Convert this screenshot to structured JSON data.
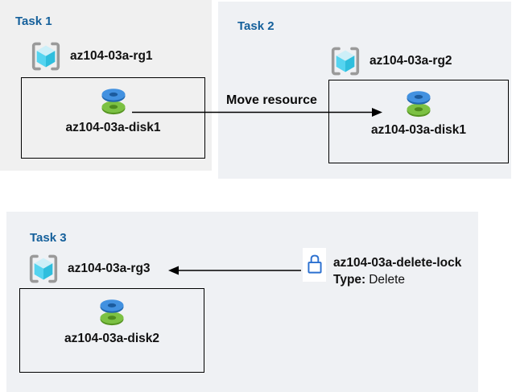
{
  "panels": [
    {
      "title": "Task 1",
      "resource_group": "az104-03a-rg1",
      "resource": "az104-03a-disk1"
    },
    {
      "title": "Task 2",
      "resource_group": "az104-03a-rg2",
      "resource": "az104-03a-disk1"
    },
    {
      "title": "Task 3",
      "resource_group": "az104-03a-rg3",
      "resource": "az104-03a-disk2"
    }
  ],
  "arrows": {
    "move": {
      "label": "Move resource",
      "from": "task1-disk",
      "to": "task2-box"
    },
    "lock": {
      "from": "delete-lock",
      "to": "task3-resource-group"
    }
  },
  "lock_annotation": {
    "name": "az104-03a-delete-lock",
    "type_label": "Type:",
    "type_value": "Delete"
  },
  "icons": {
    "resource_group": "resource-group-icon (azure cube in brackets)",
    "disk": "disk-icon (stacked blue and green disks)",
    "lock": "lock-icon (blue padlock outline)"
  },
  "colors": {
    "panel_task1_bg": "#f0f0f0",
    "panel_task2_3_bg": "#eff1f4",
    "title_blue": "#15609b",
    "text_black": "#111111",
    "arrow_black": "#000000",
    "lock_blue": "#2b70d0",
    "disk_blue_top": "#4291e0",
    "disk_blue_side": "#2268b0",
    "disk_green_top": "#7cc143",
    "disk_green_side": "#569422",
    "cube_top": "#cdeff8",
    "cube_left": "#55d4f0",
    "cube_right": "#2fbedd",
    "bracket_gray": "#9a9a9a"
  }
}
